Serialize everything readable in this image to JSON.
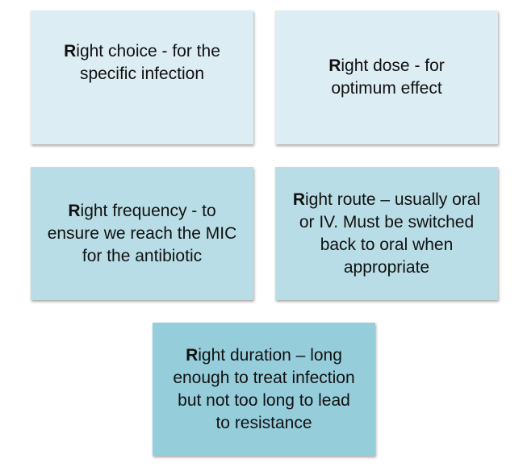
{
  "boxes": [
    {
      "initial": "R",
      "text": "ight choice -  for the specific infection",
      "color": "#dcedf3"
    },
    {
      "initial": "R",
      "text": "ight dose -  for optimum effect",
      "color": "#dcedf3"
    },
    {
      "initial": "R",
      "text": "ight frequency - to ensure we reach the MIC for the antibiotic",
      "color": "#b8dde6"
    },
    {
      "initial": "R",
      "text": "ight route – usually oral or IV. Must be switched back to oral when appropriate",
      "color": "#b8dde6"
    },
    {
      "initial": "R",
      "text": "ight duration – long enough to treat infection but not too long to lead to resistance",
      "color": "#96cddb"
    }
  ]
}
